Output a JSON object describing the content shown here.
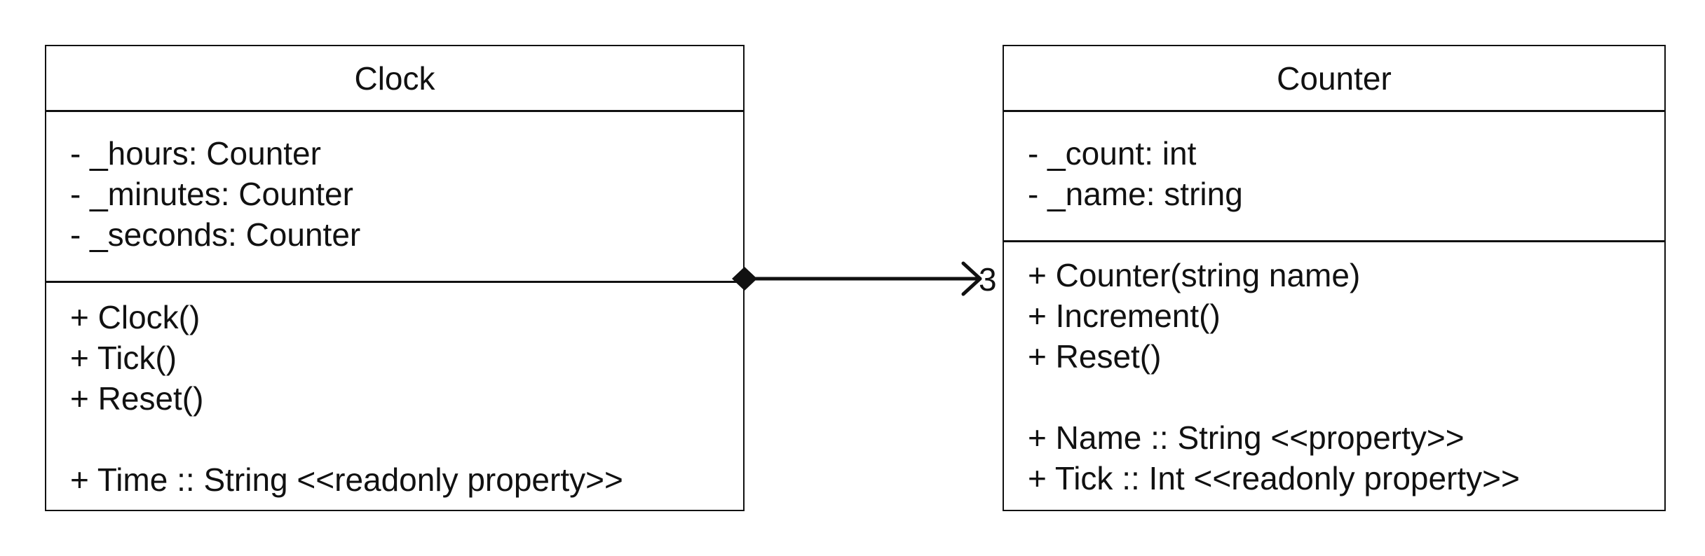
{
  "diagram": {
    "classes": [
      {
        "name": "Clock",
        "attributes": [
          "- _hours: Counter",
          "- _minutes: Counter",
          "- _seconds: Counter"
        ],
        "operations": [
          "+ Clock()",
          "+ Tick()",
          "+ Reset()"
        ],
        "properties": [
          "+ Time :: String <<readonly property>>"
        ]
      },
      {
        "name": "Counter",
        "attributes": [
          "- _count: int",
          "- _name: string"
        ],
        "operations": [
          "+ Counter(string name)",
          "+ Increment()",
          "+ Reset()"
        ],
        "properties": [
          "+ Name :: String <<property>>",
          "+ Tick :: Int <<readonly property>>"
        ]
      }
    ],
    "relationship": {
      "type": "composition",
      "source": "Clock",
      "target": "Counter",
      "multiplicity": "3"
    }
  }
}
